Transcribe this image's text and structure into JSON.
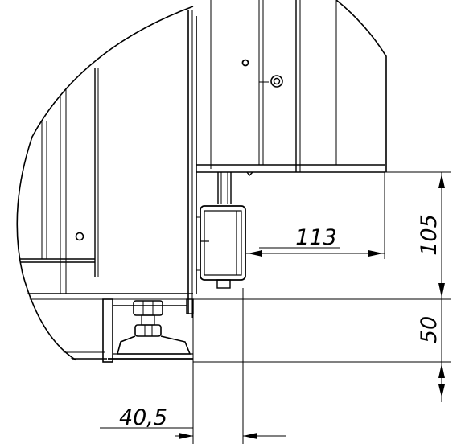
{
  "dimensions": {
    "horizontal_a": "113",
    "vertical_a": "105",
    "vertical_b": "50",
    "horizontal_b": "40,5"
  },
  "colors": {
    "line": "#000000",
    "background": "#ffffff"
  }
}
